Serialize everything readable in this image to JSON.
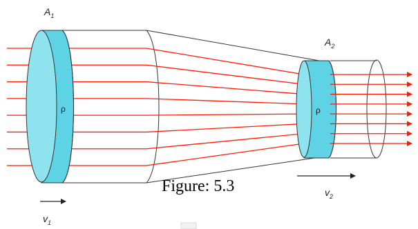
{
  "diagram": {
    "labels": {
      "area_in": "A",
      "area_in_sub": "1",
      "area_out": "A",
      "area_out_sub": "2",
      "density_in": "ρ",
      "density_out": "ρ",
      "velocity_in": "v",
      "velocity_in_sub": "1",
      "velocity_out": "v",
      "velocity_out_sub": "2"
    },
    "caption": "Figure: 5.3",
    "colors": {
      "streamline": "#ff1a00",
      "fluid_slice": "#5fd3e6",
      "fluid_slice_dark": "#2fb4c8",
      "outline": "#333333"
    }
  }
}
